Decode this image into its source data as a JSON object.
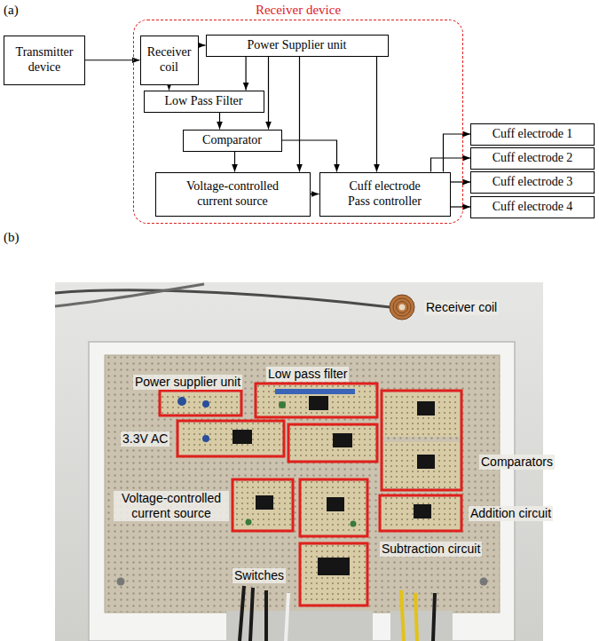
{
  "diagram": {
    "nodes": [
      {
        "text": [
          "Receiver device"
        ]
      },
      {
        "text": [
          "Transmitter device"
        ]
      },
      {
        "text": [
          "Receiver coil"
        ],
        "in": 0
      },
      {
        "text": [
          "Power Supplier unit"
        ],
        "in": 0
      },
      {
        "text": [
          "Low Pass Filter"
        ],
        "in": 0
      },
      {
        "text": [
          "Comparator"
        ],
        "in": 0
      },
      {
        "text": [
          "Voltage-controlled current source"
        ],
        "in": 0
      },
      {
        "text": [
          "Cuff electrode Pass controller"
        ],
        "in": 0
      },
      {
        "text": [
          "Cuff electrode 1"
        ]
      },
      {
        "text": [
          "Cuff electrode 2"
        ]
      },
      {
        "text": [
          "Cuff electrode 3"
        ]
      },
      {
        "text": [
          "Cuff electrode 4"
        ]
      }
    ],
    "edges": [
      {
        "from": 1,
        "to": 2,
        "arrow": "to"
      },
      {
        "from": 2,
        "to": 3,
        "arrow": "to"
      },
      {
        "from": 2,
        "to": 4,
        "arrow": "to"
      },
      {
        "from": 3,
        "to": 4,
        "arrow": "to"
      },
      {
        "from": 3,
        "to": 5,
        "arrow": "to"
      },
      {
        "from": 3,
        "to": 6,
        "arrow": "to"
      },
      {
        "from": 3,
        "to": 7,
        "arrow": "to"
      },
      {
        "from": 4,
        "to": 5,
        "arrow": "to"
      },
      {
        "from": 5,
        "to": 6,
        "arrow": "to"
      },
      {
        "from": 5,
        "to": 7,
        "arrow": "to"
      },
      {
        "from": 6,
        "to": 7,
        "arrow": "to"
      },
      {
        "from": 7,
        "to": 8,
        "arrow": "to"
      },
      {
        "from": 7,
        "to": 9,
        "arrow": "to"
      },
      {
        "from": 7,
        "to": 10,
        "arrow": "to"
      },
      {
        "from": 7,
        "to": 11,
        "arrow": "to"
      }
    ],
    "labels": [
      "(a)",
      "(b)",
      "Receiver coil",
      "Power supplier unit",
      "Low pass filter",
      "Comparators",
      "3.3V AC",
      "Voltage-controlled current source",
      "Addition circuit",
      "Subtraction circuit",
      "Switches"
    ]
  }
}
